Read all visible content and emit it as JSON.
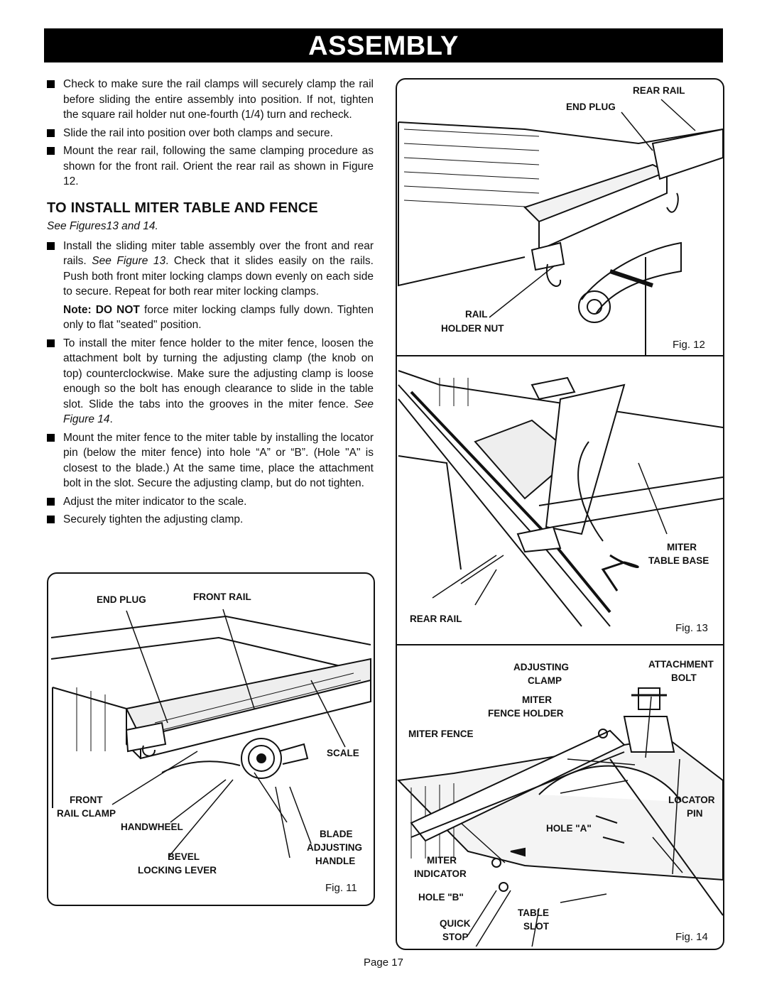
{
  "banner": "ASSEMBLY",
  "left": {
    "bullets_top": [
      "Check to make sure the rail clamps will securely clamp the rail before sliding the entire assembly into position. If not, tighten the square rail holder nut one-fourth (1/4) turn and recheck.",
      "Slide the rail into position over both clamps and secure.",
      "Mount the rear rail, following the same clamping procedure as shown for the front rail. Orient the rear rail as shown in Figure 12."
    ],
    "heading": "TO INSTALL MITER TABLE AND FENCE",
    "subheading": "See Figures13 and 14.",
    "b4_a": "Install the sliding miter table assembly over the front and rear rails. ",
    "b4_ref": "See Figure 13",
    "b4_b": ". Check that it slides easily on the rails. Push both front miter locking clamps down evenly on each side to secure. Repeat for both rear miter locking clamps.",
    "note_label": "Note: DO NOT",
    "note_text": " force miter locking clamps fully down. Tighten only to flat \"seated\" position.",
    "b5_a": "To install the miter fence holder to the miter fence, loosen the attachment bolt by turning the adjusting clamp (the knob on top) counterclockwise. Make sure the adjusting clamp is loose enough so the bolt has enough clearance to slide in the table slot. Slide the  tabs  into the grooves in the miter fence. ",
    "b5_ref": "See Figure 14",
    "b5_b": ".",
    "bullets_bottom": [
      "Mount the miter fence to the miter table by installing the locator pin (below the miter fence) into hole “A” or “B”. (Hole \"A\" is closest to the blade.) At the same time, place the attachment bolt in the slot. Secure the adjusting clamp, but do not tighten.",
      "Adjust the miter indicator to the scale.",
      "Securely tighten the adjusting clamp."
    ]
  },
  "fig11": {
    "caption": "Fig. 11",
    "labels": {
      "end_plug": "END PLUG",
      "front_rail": "FRONT RAIL",
      "scale": "SCALE",
      "front_rail_clamp_1": "FRONT",
      "front_rail_clamp_2": "RAIL CLAMP",
      "handwheel": "HANDWHEEL",
      "blade_1": "BLADE",
      "blade_2": "ADJUSTING",
      "blade_3": "HANDLE",
      "bevel_1": "BEVEL",
      "bevel_2": "LOCKING LEVER"
    }
  },
  "fig12": {
    "caption": "Fig. 12",
    "labels": {
      "rear_rail": "REAR RAIL",
      "end_plug": "END PLUG",
      "rail": "RAIL",
      "holder_nut": "HOLDER NUT"
    }
  },
  "fig13": {
    "caption": "Fig. 13",
    "labels": {
      "miter": "MITER",
      "table_base": "TABLE BASE",
      "rear_rail": "REAR RAIL"
    }
  },
  "fig14": {
    "caption": "Fig. 14",
    "labels": {
      "adjusting": "ADJUSTING",
      "clamp": "CLAMP",
      "attachment": "ATTACHMENT",
      "bolt": "BOLT",
      "miter": "MITER",
      "fence_holder": "FENCE HOLDER",
      "miter_fence": "MITER FENCE",
      "locator": "LOCATOR",
      "pin": "PIN",
      "hole_a": "HOLE \"A\"",
      "miter_ind_1": "MITER",
      "miter_ind_2": "INDICATOR",
      "hole_b": "HOLE \"B\"",
      "table": "TABLE",
      "slot": "SLOT",
      "quick": "QUICK",
      "stop": "STOP"
    }
  },
  "page": "Page 17"
}
